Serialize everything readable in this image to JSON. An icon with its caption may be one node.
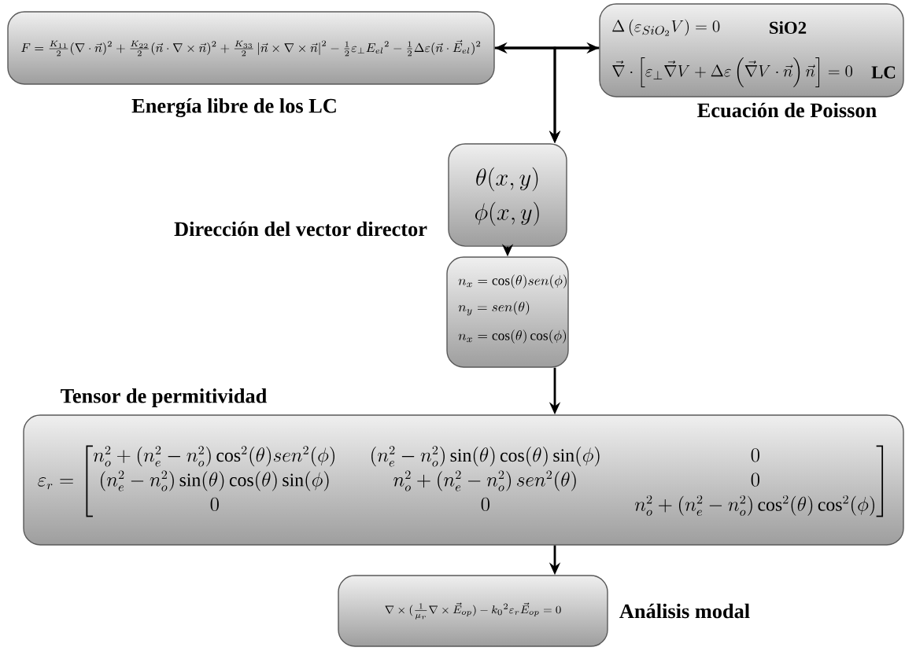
{
  "diagram": {
    "nodes": [
      {
        "text": [
          "F=\\frac{K_{11}}{2}(\\nabla\\cdot\\vec{n})^2+\\frac{K_{22}}{2}(\\vec{n}\\cdot\\nabla\\times\\vec{n})^2+\\frac{K_{33}}{2}\\left|\\vec{n}\\times\\nabla\\times\\vec{n}\\right|^2-\\frac{1}{2}\\varepsilon_{\\perp}{E_{el}}^2-\\frac{1}{2}\\Delta\\varepsilon(\\vec{n}\\cdot\\vec{E}_{el})^2",
          "Energía libre de los LC"
        ]
      },
      {
        "text": [
          "\\Delta\\left(\\varepsilon_{SiO_2}V\\right)=0",
          "SiO2",
          "\\vec{\\nabla}\\cdot\\left[\\varepsilon_{\\perp}\\vec{\\nabla}V+\\Delta\\varepsilon\\left(\\vec{\\nabla}V\\cdot\\vec{n}\\right)\\vec{n}\\right]=0",
          "LC",
          "Ecuación de Poisson"
        ]
      },
      {
        "text": [
          "\\theta(x,y)",
          "\\phi(x,y)"
        ],
        "beside": [
          "Dirección del vector director"
        ]
      },
      {
        "text": [
          "n_x=\\cos(\\theta)sen(\\phi)",
          "n_y=sen(\\theta)",
          "n_x=\\cos(\\theta)\\cos(\\phi)"
        ]
      },
      {
        "text": [
          "Tensor de permitividad",
          "\\varepsilon_r=\\left[\\begin{matrix}n_o^2+\\left(n_e^2-n_o^2\\right)\\cos^2(\\theta)sen^2(\\phi) & \\left(n_e^2-n_o^2\\right)\\sin(\\theta)\\cos(\\theta)\\sin(\\phi) & 0\\\\ \\left(n_e^2-n_o^2\\right)\\sin(\\theta)\\cos(\\theta)\\sin(\\phi) & n_o^2+\\left(n_e^2-n_o^2\\right)sen^2(\\theta) & 0\\\\ 0 & 0 & n_o^2+\\left(n_e^2-n_o^2\\right)\\cos^2(\\theta)\\cos^2(\\phi)\\end{matrix}\\right]"
        ]
      },
      {
        "text": [
          "\\nabla\\times(\\frac{1}{\\mu_r}\\nabla\\times\\vec{E}_{op})-{k_0}^2\\varepsilon_r\\vec{E}_{op}=0"
        ],
        "beside": [
          "Análisis modal"
        ]
      }
    ],
    "edges": [
      {
        "from": 0,
        "to": 1,
        "arrow": "both"
      },
      {
        "from": 0,
        "to": 2,
        "arrow": "to"
      },
      {
        "from": 1,
        "to": 2,
        "arrow": "to"
      },
      {
        "from": 2,
        "to": 3,
        "arrow": "to"
      },
      {
        "from": 3,
        "to": 4,
        "arrow": "to"
      },
      {
        "from": 4,
        "to": 5,
        "arrow": "to"
      }
    ]
  }
}
